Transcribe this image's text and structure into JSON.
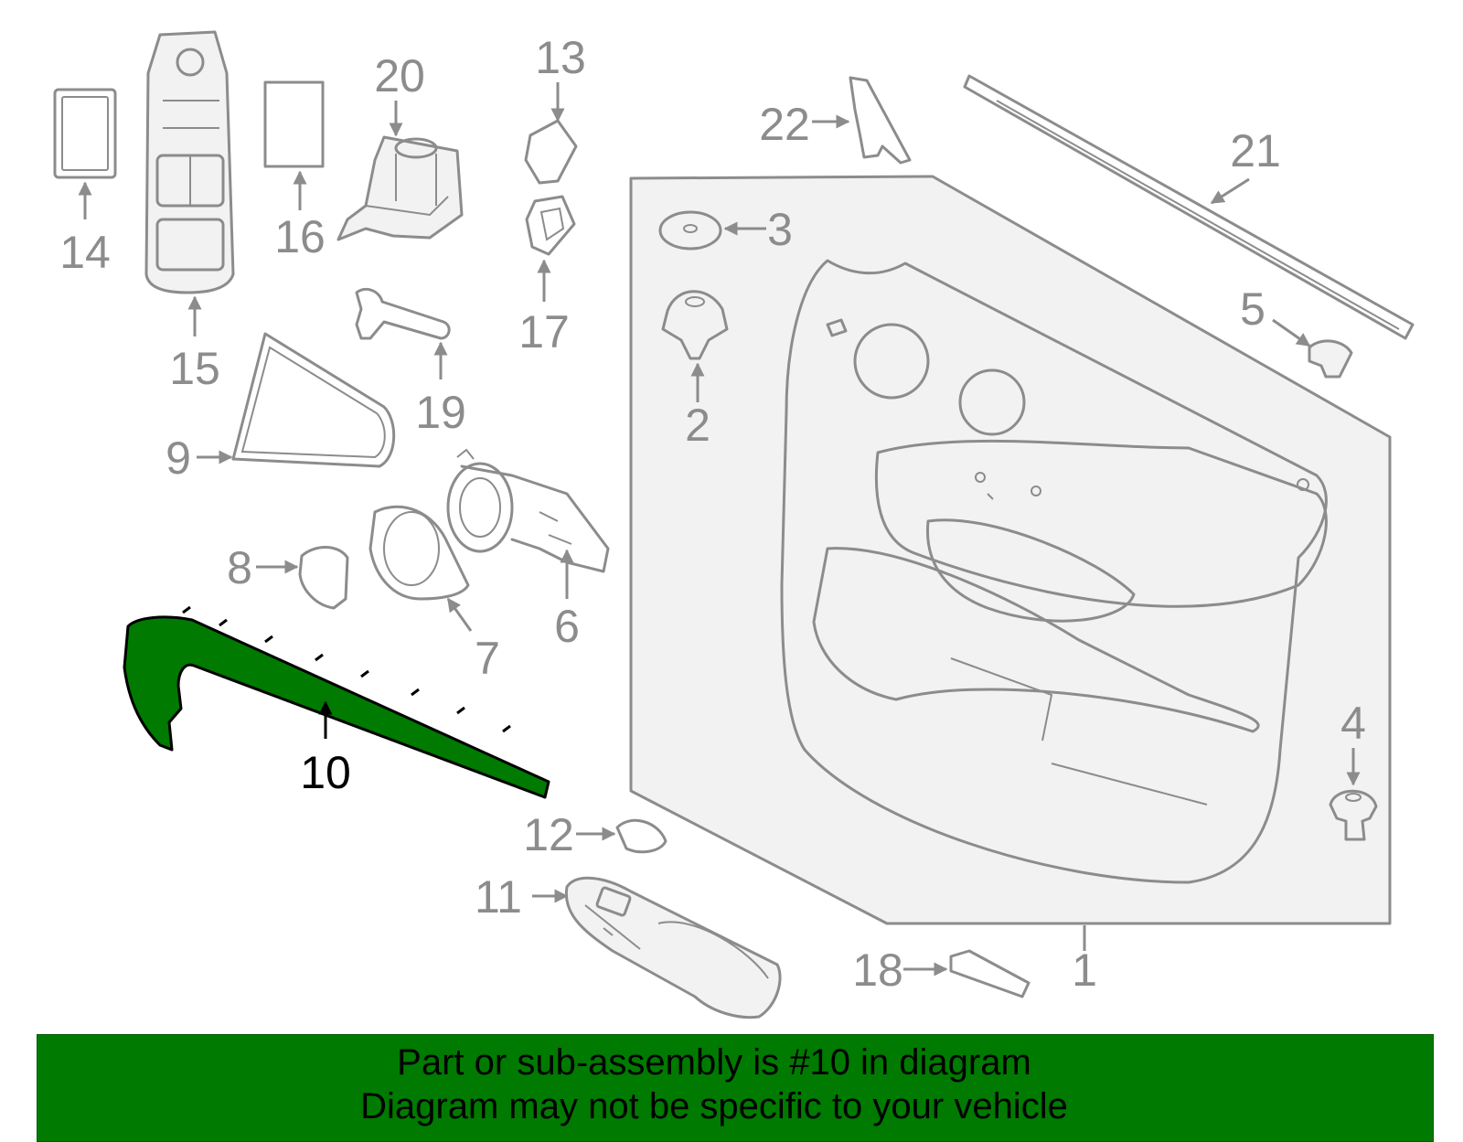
{
  "callouts": {
    "c1": "1",
    "c2": "2",
    "c3": "3",
    "c4": "4",
    "c5": "5",
    "c6": "6",
    "c7": "7",
    "c8": "8",
    "c9": "9",
    "c10": "10",
    "c11": "11",
    "c12": "12",
    "c13": "13",
    "c14": "14",
    "c15": "15",
    "c16": "16",
    "c17": "17",
    "c18": "18",
    "c19": "19",
    "c20": "20",
    "c21": "21",
    "c22": "22"
  },
  "highlight": {
    "part": "10",
    "color": "#007a00"
  },
  "banner": {
    "line1": "Part or sub-assembly is #10 in diagram",
    "line2": "Diagram may not be specific to your vehicle",
    "color": "#007a00"
  }
}
